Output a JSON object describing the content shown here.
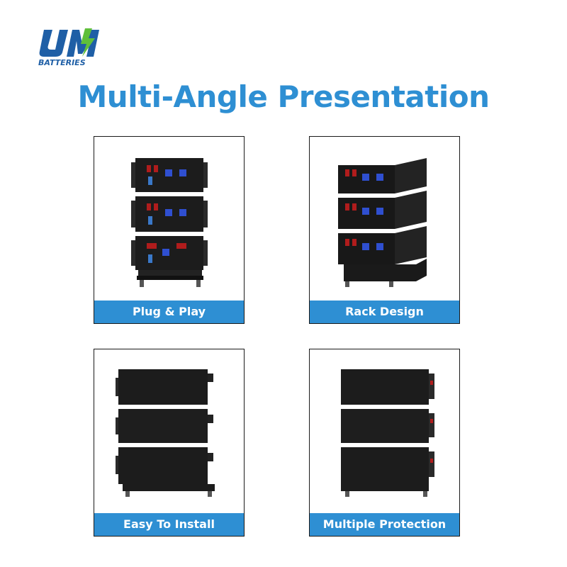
{
  "brand": {
    "logo_text": "UM",
    "logo_subtext": "BATTERIES",
    "colors": {
      "blue": "#2e8fd3",
      "dark_blue": "#1f5fa6",
      "green": "#5fbf3a"
    }
  },
  "title": "Multi-Angle Presentation",
  "cards": [
    {
      "caption": "Plug & Play",
      "image": "front-view-battery-stack"
    },
    {
      "caption": "Rack Design",
      "image": "angled-front-view-battery-stack"
    },
    {
      "caption": "Easy To Install",
      "image": "side-view-battery-stack"
    },
    {
      "caption": "Multiple Protection",
      "image": "rear-angled-view-battery-stack"
    }
  ]
}
